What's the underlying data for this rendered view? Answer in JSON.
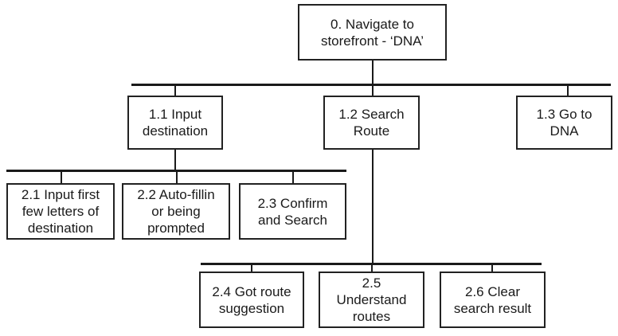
{
  "diagram": {
    "nodes": {
      "n0": "0. Navigate to\nstorefront - ‘DNA’",
      "n1_1": "1.1 Input\ndestination",
      "n1_2": "1.2 Search\nRoute",
      "n1_3": "1.3 Go to\nDNA",
      "n2_1": "2.1 Input first\nfew letters of\ndestination",
      "n2_2": "2.2 Auto-fillin\nor being\nprompted",
      "n2_3": "2.3 Confirm\nand Search",
      "n2_4": "2.4 Got route\nsuggestion",
      "n2_5": "2.5\nUnderstand\nroutes",
      "n2_6": "2.6 Clear\nsearch result"
    },
    "edges": [
      {
        "from": "n0",
        "to": [
          "n1_1",
          "n1_2",
          "n1_3"
        ]
      },
      {
        "from": "n1_1",
        "to": [
          "n2_1",
          "n2_2",
          "n2_3"
        ]
      },
      {
        "from": "n1_2",
        "to": [
          "n2_4",
          "n2_5",
          "n2_6"
        ]
      }
    ]
  }
}
